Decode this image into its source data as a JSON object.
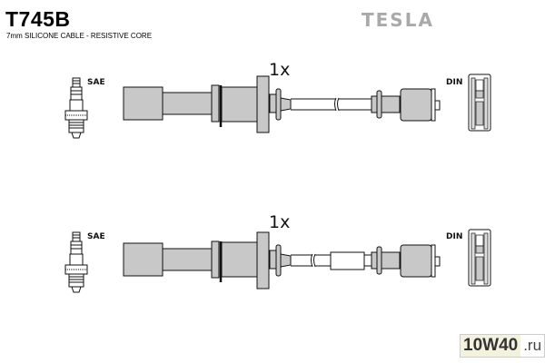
{
  "header": {
    "part_number": "T745B",
    "subtitle": "7mm SILICONE CABLE - RESISTIVE CORE",
    "brand": "TESLA"
  },
  "cables": [
    {
      "quantity": "1x",
      "left_connector": "SAE",
      "right_connector": "DIN",
      "variant": "short"
    },
    {
      "quantity": "1x",
      "left_connector": "SAE",
      "right_connector": "DIN",
      "variant": "long"
    }
  ],
  "watermark": {
    "main": "10W40",
    "tld": ".ru"
  },
  "colors": {
    "part_fill": "#c8c8c8",
    "outline": "#111111",
    "brand": "#a9a9a9"
  }
}
